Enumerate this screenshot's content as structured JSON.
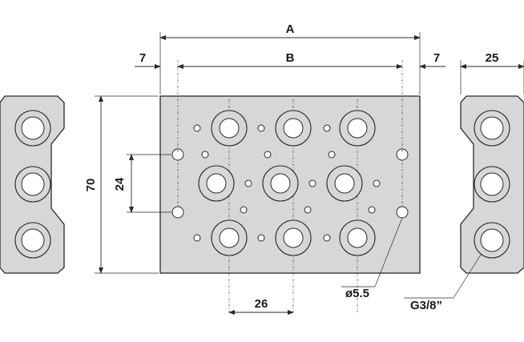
{
  "dimensions": {
    "a": "A",
    "b": "B",
    "left_offset": "7",
    "right_offset": "7",
    "side_width": "25",
    "height": "70",
    "hole_spacing_v": "24",
    "hole_spacing_h": "26",
    "mount_hole": "ø5.5",
    "thread": "G3/8”"
  }
}
